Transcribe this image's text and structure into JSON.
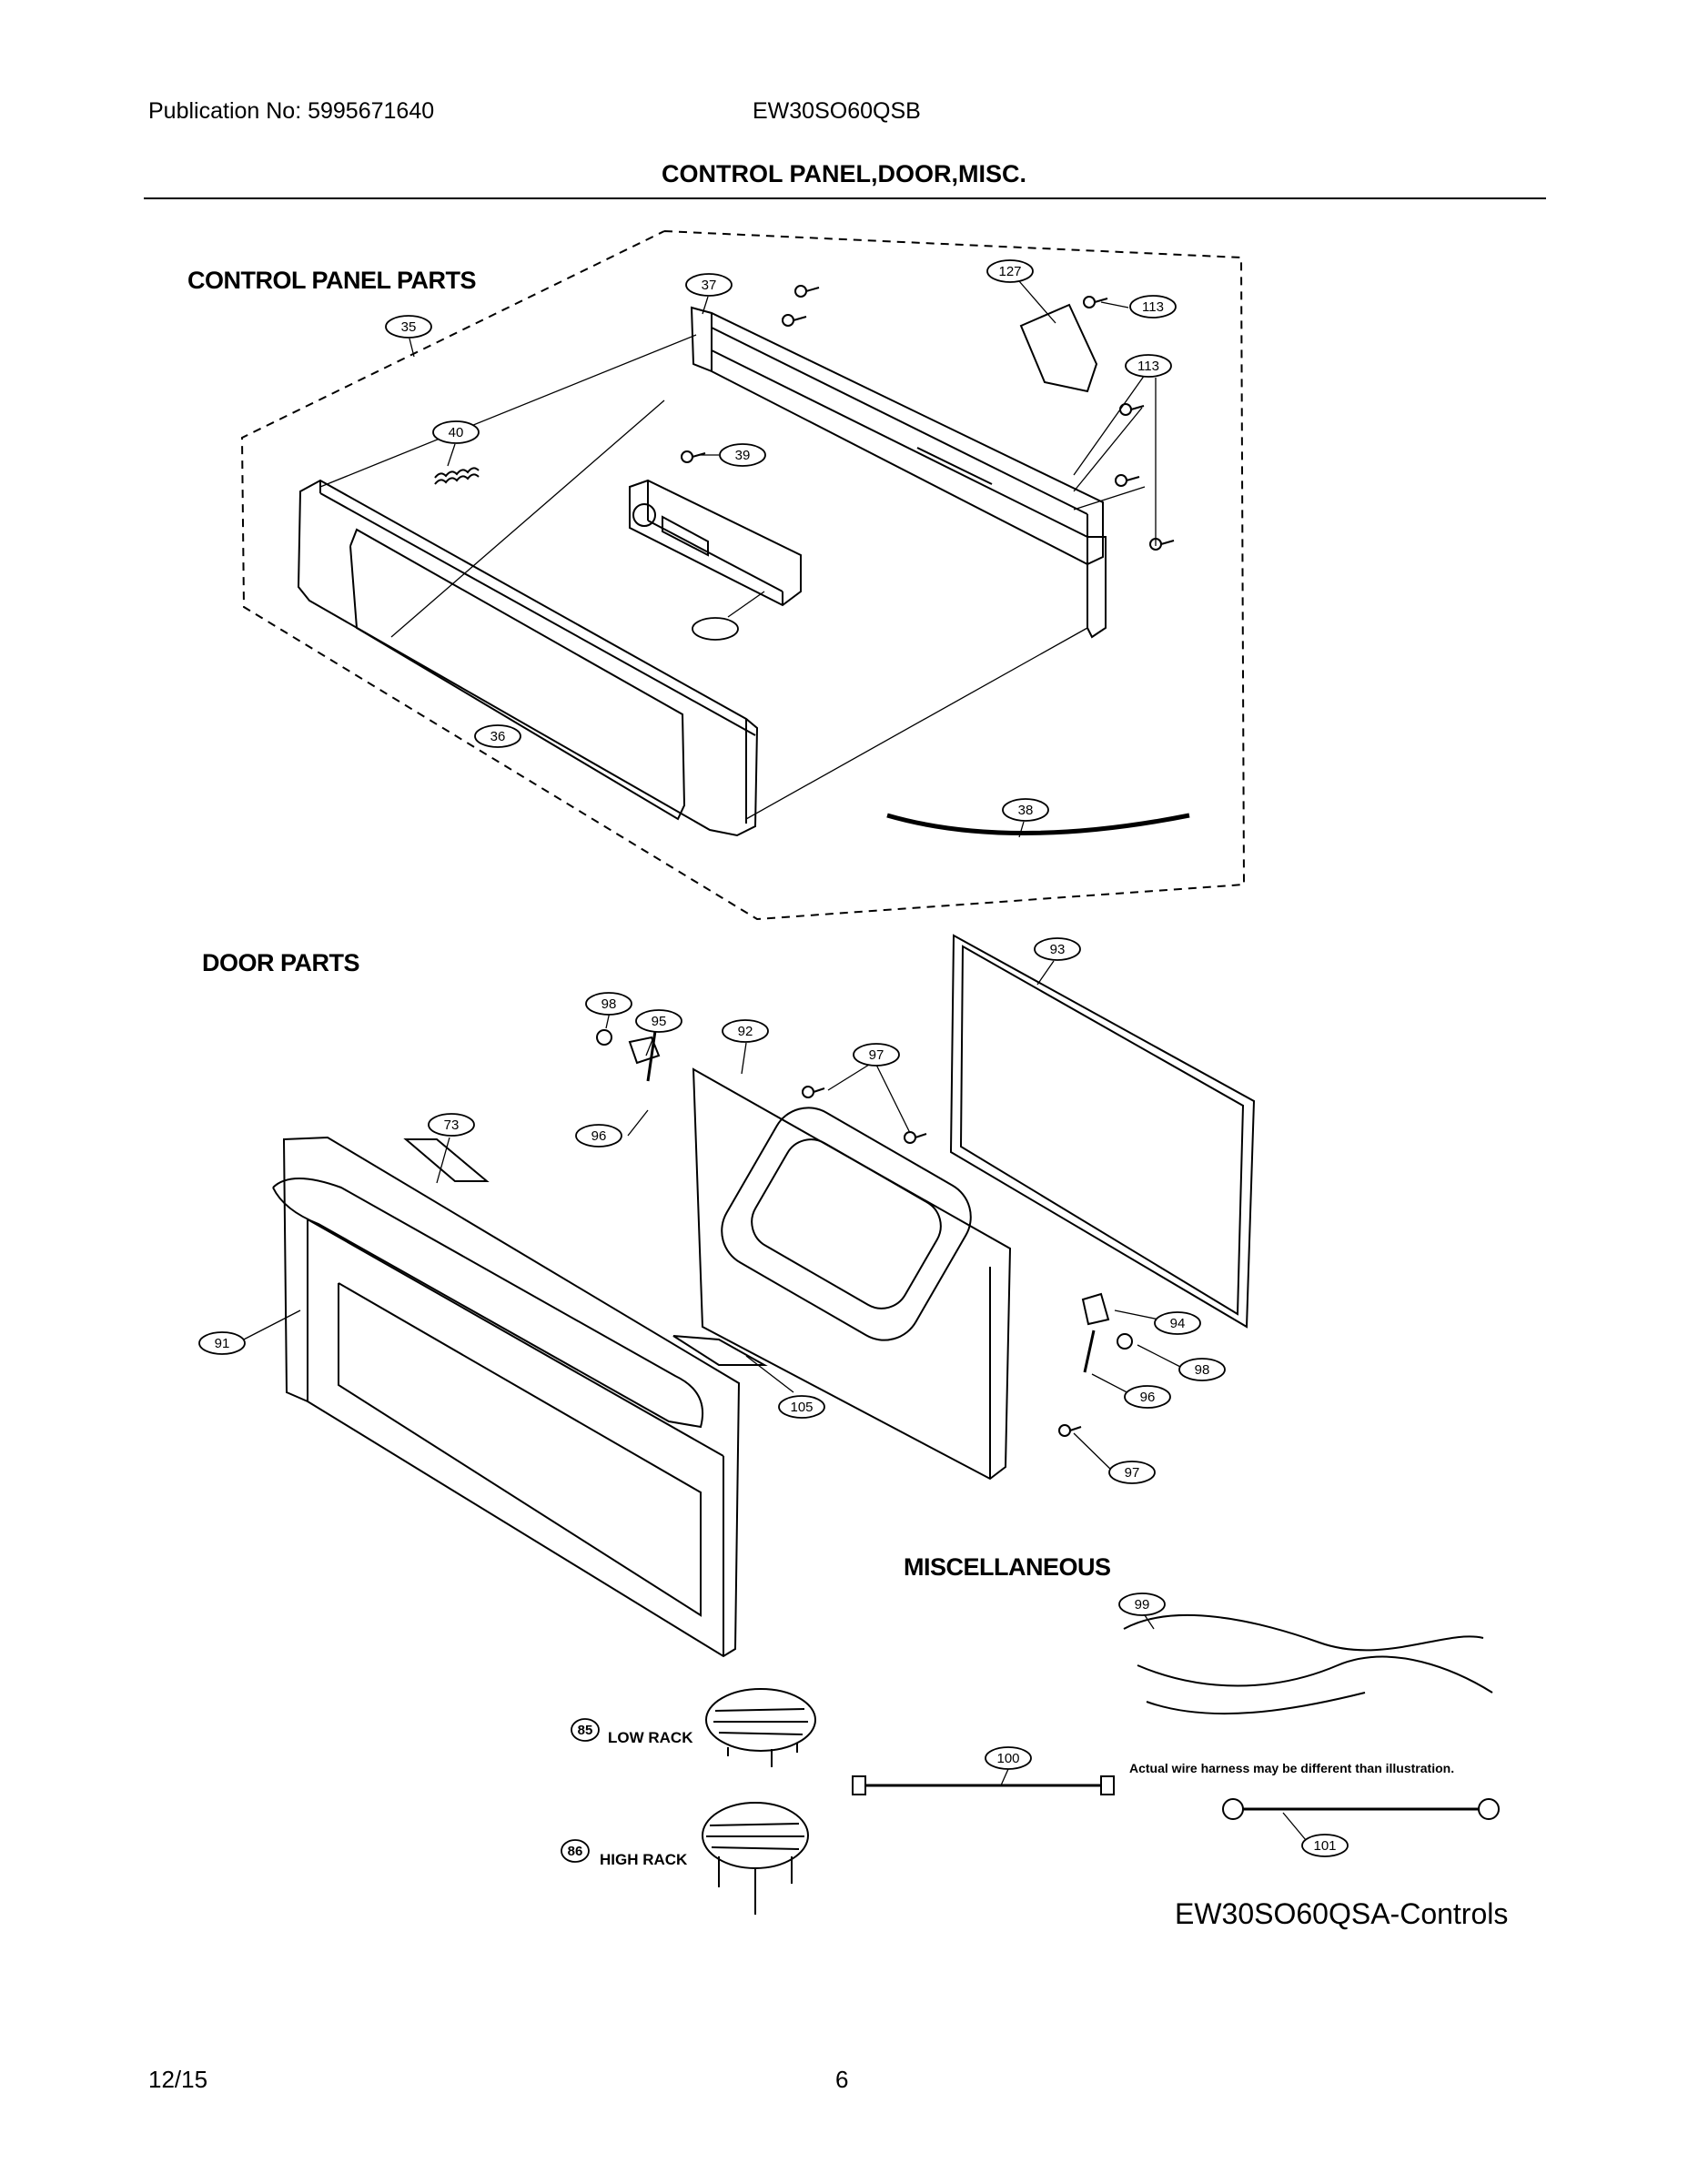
{
  "header": {
    "publication": "Publication No: 5995671640",
    "model": "EW30SO60QSB",
    "title": "CONTROL PANEL,DOOR,MISC."
  },
  "sections": {
    "control_panel": "CONTROL PANEL PARTS",
    "door": "DOOR PARTS",
    "misc": "MISCELLANEOUS"
  },
  "callouts": {
    "c35": "35",
    "c36": "36",
    "c37": "37",
    "c38": "38",
    "c39": "39",
    "c40": "40",
    "c113a": "113",
    "c113b": "113",
    "c127": "127",
    "c73": "73",
    "c91": "91",
    "c92": "92",
    "c93": "93",
    "c94": "94",
    "c95": "95",
    "c96a": "96",
    "c96b": "96",
    "c97a": "97",
    "c97b": "97",
    "c98a": "98",
    "c98b": "98",
    "c105": "105",
    "c85": "85",
    "c86": "86",
    "c99": "99",
    "c100": "100",
    "c101": "101"
  },
  "racks": {
    "low": "LOW RACK",
    "high": "HIGH RACK"
  },
  "harness_note": "Actual wire harness may be different than illustration.",
  "diagram_id": "EW30SO60QSA-Controls",
  "footer": {
    "date": "12/15",
    "page": "6"
  }
}
